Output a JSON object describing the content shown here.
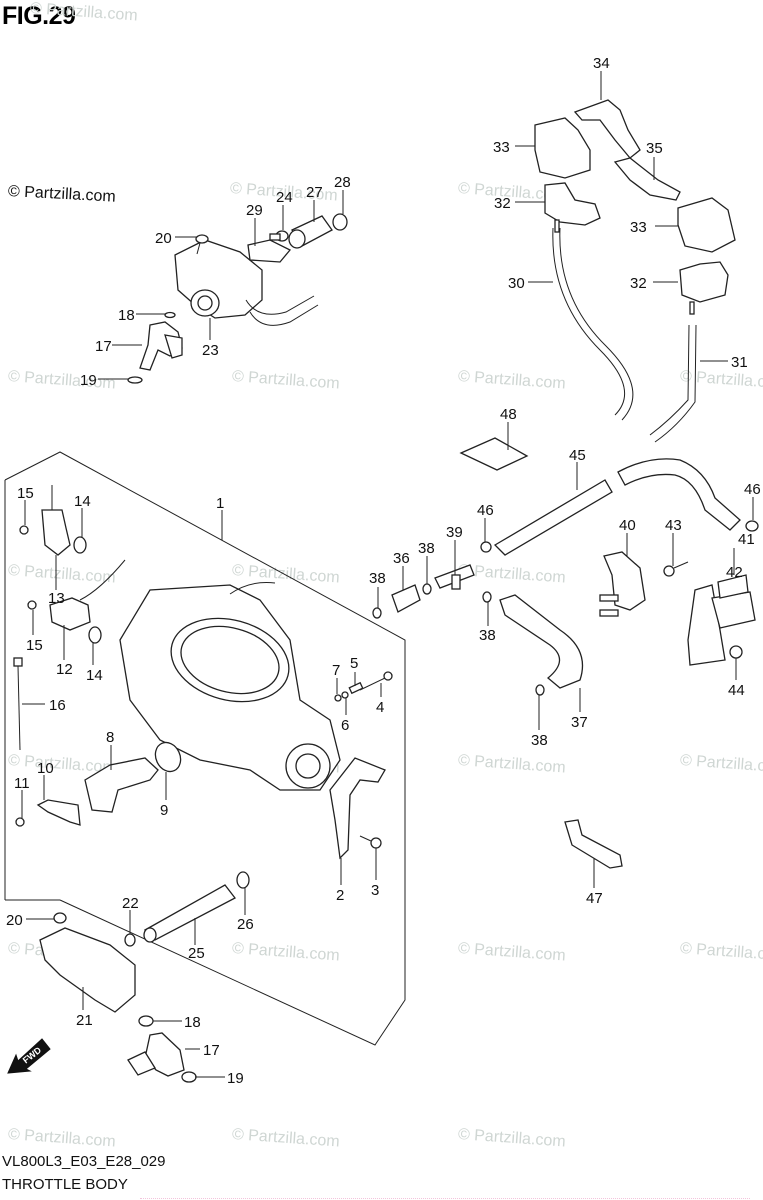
{
  "header": {
    "figure_label": "FIG.29",
    "copyright_mark": "© Partzilla.com"
  },
  "watermark": {
    "text": "© Partzilla.com",
    "color": "#cfd6d3"
  },
  "footer": {
    "diagram_code": "VL800L3_E03_E28_029",
    "caption": "THROTTLE BODY"
  },
  "fwd_indicator": {
    "label": "FWD",
    "icon": "forward-arrow-icon"
  },
  "callouts": [
    {
      "id": "c1",
      "label": "1"
    },
    {
      "id": "c2",
      "label": "2"
    },
    {
      "id": "c3",
      "label": "3"
    },
    {
      "id": "c4",
      "label": "4"
    },
    {
      "id": "c5",
      "label": "5"
    },
    {
      "id": "c6",
      "label": "6"
    },
    {
      "id": "c7",
      "label": "7"
    },
    {
      "id": "c8",
      "label": "8"
    },
    {
      "id": "c9",
      "label": "9"
    },
    {
      "id": "c10",
      "label": "10"
    },
    {
      "id": "c11",
      "label": "11"
    },
    {
      "id": "c12",
      "label": "12"
    },
    {
      "id": "c13",
      "label": "13"
    },
    {
      "id": "c14a",
      "label": "14"
    },
    {
      "id": "c14b",
      "label": "14"
    },
    {
      "id": "c15a",
      "label": "15"
    },
    {
      "id": "c15b",
      "label": "15"
    },
    {
      "id": "c16",
      "label": "16"
    },
    {
      "id": "c17a",
      "label": "17"
    },
    {
      "id": "c17b",
      "label": "17"
    },
    {
      "id": "c18a",
      "label": "18"
    },
    {
      "id": "c18b",
      "label": "18"
    },
    {
      "id": "c19a",
      "label": "19"
    },
    {
      "id": "c19b",
      "label": "19"
    },
    {
      "id": "c20a",
      "label": "20"
    },
    {
      "id": "c20b",
      "label": "20"
    },
    {
      "id": "c21",
      "label": "21"
    },
    {
      "id": "c22",
      "label": "22"
    },
    {
      "id": "c23",
      "label": "23"
    },
    {
      "id": "c24",
      "label": "24"
    },
    {
      "id": "c25",
      "label": "25"
    },
    {
      "id": "c26",
      "label": "26"
    },
    {
      "id": "c27",
      "label": "27"
    },
    {
      "id": "c28",
      "label": "28"
    },
    {
      "id": "c29",
      "label": "29"
    },
    {
      "id": "c30",
      "label": "30"
    },
    {
      "id": "c31",
      "label": "31"
    },
    {
      "id": "c32a",
      "label": "32"
    },
    {
      "id": "c32b",
      "label": "32"
    },
    {
      "id": "c33a",
      "label": "33"
    },
    {
      "id": "c33b",
      "label": "33"
    },
    {
      "id": "c34",
      "label": "34"
    },
    {
      "id": "c35",
      "label": "35"
    },
    {
      "id": "c36",
      "label": "36"
    },
    {
      "id": "c37",
      "label": "37"
    },
    {
      "id": "c38a",
      "label": "38"
    },
    {
      "id": "c38b",
      "label": "38"
    },
    {
      "id": "c38c",
      "label": "38"
    },
    {
      "id": "c38d",
      "label": "38"
    },
    {
      "id": "c39",
      "label": "39"
    },
    {
      "id": "c40",
      "label": "40"
    },
    {
      "id": "c41",
      "label": "41"
    },
    {
      "id": "c42",
      "label": "42"
    },
    {
      "id": "c43",
      "label": "43"
    },
    {
      "id": "c44",
      "label": "44"
    },
    {
      "id": "c45",
      "label": "45"
    },
    {
      "id": "c46a",
      "label": "46"
    },
    {
      "id": "c46b",
      "label": "46"
    },
    {
      "id": "c47",
      "label": "47"
    },
    {
      "id": "c48",
      "label": "48"
    }
  ]
}
